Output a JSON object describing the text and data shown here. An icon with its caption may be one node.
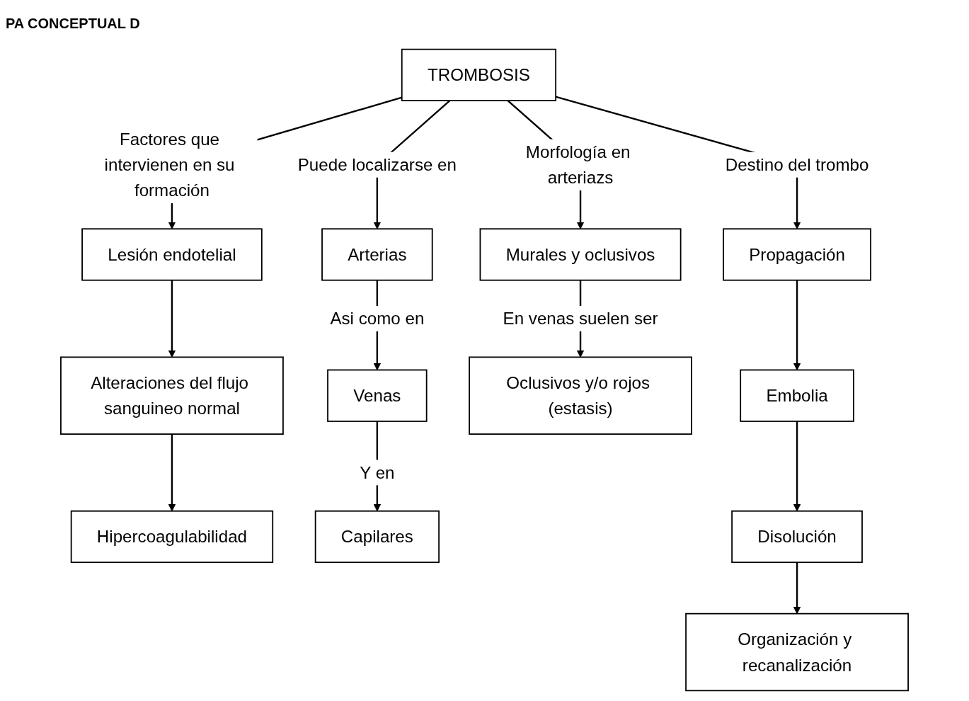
{
  "diagram": {
    "title": "PA CONCEPTUAL D",
    "nodes": [
      {
        "text": [
          "TROMBOSIS"
        ]
      },
      {
        "text": [
          "Lesión endotelial"
        ]
      },
      {
        "text": [
          "Alteraciones del flujo sanguineo normal"
        ]
      },
      {
        "text": [
          "Hipercoagulabilidad"
        ]
      },
      {
        "text": [
          "Arterias"
        ]
      },
      {
        "text": [
          "Venas"
        ]
      },
      {
        "text": [
          "Capilares"
        ]
      },
      {
        "text": [
          "Murales y oclusivos"
        ]
      },
      {
        "text": [
          "Oclusivos y/o rojos (estasis)"
        ]
      },
      {
        "text": [
          "Propagación"
        ]
      },
      {
        "text": [
          "Embolia"
        ]
      },
      {
        "text": [
          "Disolución"
        ]
      },
      {
        "text": [
          "Organización y recanalización"
        ]
      }
    ],
    "edges": [
      {
        "from": 0,
        "to": 1,
        "arrow": "to",
        "label": "Factores que intervienen en su formación"
      },
      {
        "from": 0,
        "to": 4,
        "arrow": "to",
        "label": "Puede localizarse en"
      },
      {
        "from": 0,
        "to": 7,
        "arrow": "to",
        "label": "Morfología en arteriazs"
      },
      {
        "from": 0,
        "to": 9,
        "arrow": "to",
        "label": "Destino del trombo"
      },
      {
        "from": 1,
        "to": 2,
        "arrow": "to"
      },
      {
        "from": 2,
        "to": 3,
        "arrow": "to"
      },
      {
        "from": 4,
        "to": 5,
        "arrow": "to",
        "label": "Asi como en"
      },
      {
        "from": 5,
        "to": 6,
        "arrow": "to",
        "label": "Y en"
      },
      {
        "from": 7,
        "to": 8,
        "arrow": "to",
        "label": "En venas suelen ser"
      },
      {
        "from": 9,
        "to": 10,
        "arrow": "to"
      },
      {
        "from": 10,
        "to": 11,
        "arrow": "to"
      },
      {
        "from": 11,
        "to": 12,
        "arrow": "to"
      }
    ]
  }
}
